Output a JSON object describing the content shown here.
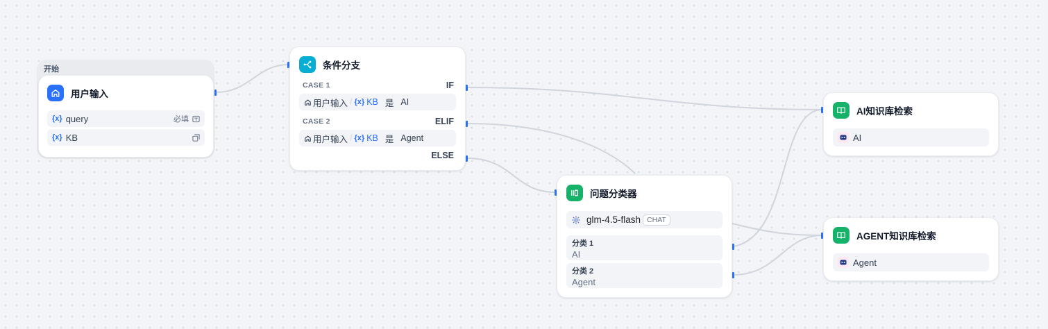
{
  "start_group": {
    "label": "开始",
    "node": {
      "title": "用户输入",
      "vars": [
        {
          "symbol": "{x}",
          "name": "query",
          "badge": "必填"
        },
        {
          "symbol": "{x}",
          "name": "KB",
          "badge": ""
        }
      ]
    }
  },
  "if_node": {
    "title": "条件分支",
    "cases": [
      {
        "label": "CASE 1",
        "keyword": "IF",
        "source": "用户输入",
        "sep": "/",
        "var_symbol": "{x}",
        "var": "KB",
        "op": "是",
        "value": "AI"
      },
      {
        "label": "CASE 2",
        "keyword": "ELIF",
        "source": "用户输入",
        "sep": "/",
        "var_symbol": "{x}",
        "var": "KB",
        "op": "是",
        "value": "Agent"
      }
    ],
    "else_keyword": "ELSE"
  },
  "classifier_node": {
    "title": "问题分类器",
    "model": "glm-4.5-flash",
    "model_tag": "CHAT",
    "classes": [
      {
        "title": "分类 1",
        "value": "AI"
      },
      {
        "title": "分类 2",
        "value": "Agent"
      }
    ]
  },
  "kb_nodes": [
    {
      "title": "AI知识库检索",
      "dataset": "AI"
    },
    {
      "title": "AGENT知识库检索",
      "dataset": "Agent"
    }
  ],
  "colors": {
    "accent_blue": "#2970ff",
    "cyan": "#06aed4",
    "green": "#17b26a",
    "edge": "#d0d5dd"
  }
}
